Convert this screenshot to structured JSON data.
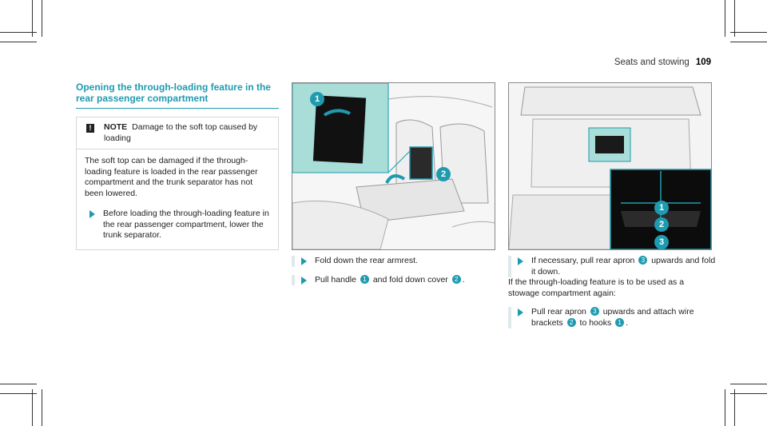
{
  "header": {
    "section": "Seats and stowing",
    "page_number": "109"
  },
  "section_title": "Opening the through-loading feature in the rear passenger compartment",
  "note": {
    "label": "NOTE",
    "heading_text": "Damage to the soft top caused by loading",
    "body": "The soft top can be damaged if the through-loading feature is loaded in the rear passenger compartment and the trunk separator has not been lowered.",
    "step": "Before loading the through-loading feature in the rear passenger compartment, lower the trunk separator."
  },
  "figure1_callouts": [
    "1",
    "2"
  ],
  "figure2_callouts": [
    "1",
    "2",
    "3"
  ],
  "col2_steps": [
    {
      "text": "Fold down the rear armrest."
    },
    {
      "pre": "Pull handle",
      "n1": "1",
      "mid": "and fold down cover",
      "n2": "2",
      "post": "."
    }
  ],
  "col3": {
    "step1": {
      "pre": "If necessary, pull rear apron",
      "n": "3",
      "post": "upwards and fold it down."
    },
    "condition": "If the through-loading feature is to be used as a stowage compartment again:",
    "step2": {
      "pre": "Pull rear apron",
      "n1": "3",
      "mid1": "upwards and attach wire brackets",
      "n2": "2",
      "mid2": "to hooks",
      "n3": "1",
      "post": "."
    }
  },
  "colors": {
    "accent": "#1f9bb0",
    "highlight": "#a9ddd8"
  }
}
